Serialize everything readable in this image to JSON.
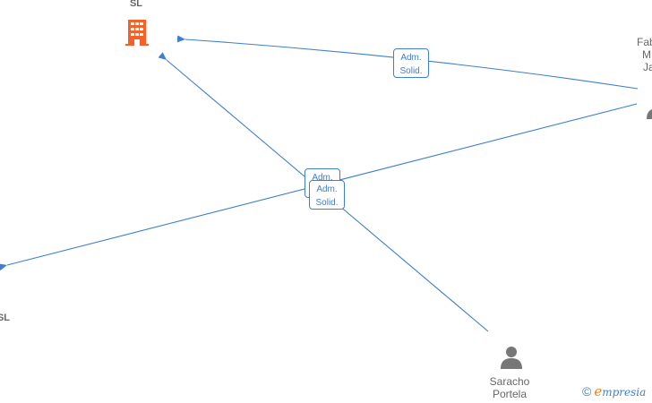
{
  "nodes": {
    "company_top": {
      "label": "SL",
      "icon": "building-icon",
      "color": "#f4622a"
    },
    "company_left": {
      "label": "SL"
    },
    "person_right": {
      "label_lines": [
        "Fab",
        "M",
        "Ja"
      ]
    },
    "person_bottom": {
      "label_lines": [
        "Saracho",
        "Portela"
      ],
      "icon": "person-icon",
      "color": "#777777"
    }
  },
  "edges": {
    "top": {
      "line1": "Adm.",
      "line2": "Solid."
    },
    "middle_back": {
      "line1": "Adm."
    },
    "middle_front": {
      "line1": "Adm.",
      "line2": "Solid."
    }
  },
  "colors": {
    "edge": "#3f7fcc",
    "text": "#666666"
  },
  "watermark": {
    "symbol": "©",
    "brand_initial": "e",
    "brand_rest": "mpresia"
  }
}
